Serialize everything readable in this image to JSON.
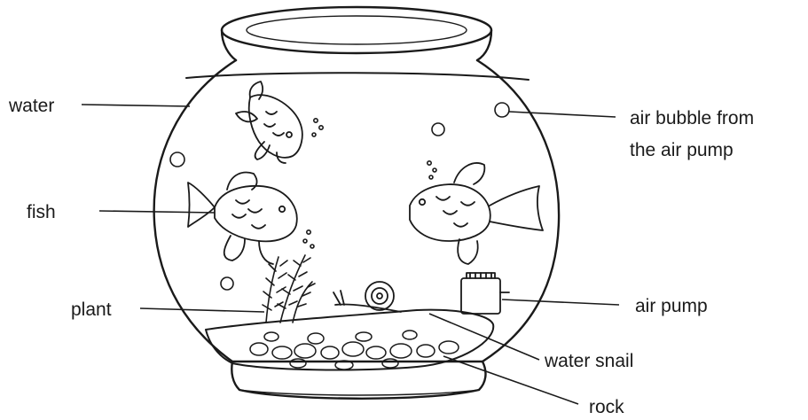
{
  "labels": {
    "water": "water",
    "fish": "fish",
    "plant": "plant",
    "air_bubble_line1": "air bubble from",
    "air_bubble_line2": "the air pump",
    "air_pump": "air pump",
    "water_snail": "water snail",
    "rock": "rock"
  },
  "colors": {
    "ink": "#1a1a1a",
    "background": "#ffffff"
  }
}
